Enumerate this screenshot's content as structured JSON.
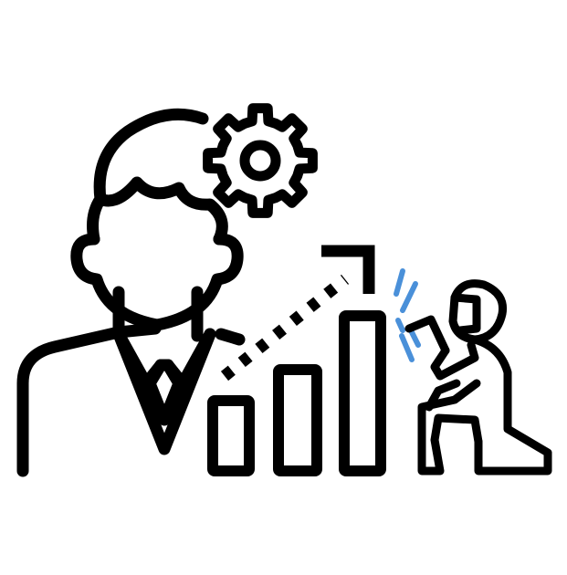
{
  "illustration": {
    "icons": [
      "businessman-icon",
      "gear-icon",
      "dotted-growth-arrow-icon",
      "bar-chart-icon",
      "welder-icon",
      "welding-sparks-icon"
    ],
    "colors": {
      "outline": "#000000",
      "background": "#ffffff",
      "sparks": "#4a90d9"
    },
    "bar_levels": [
      0.45,
      0.65,
      1.0
    ]
  }
}
